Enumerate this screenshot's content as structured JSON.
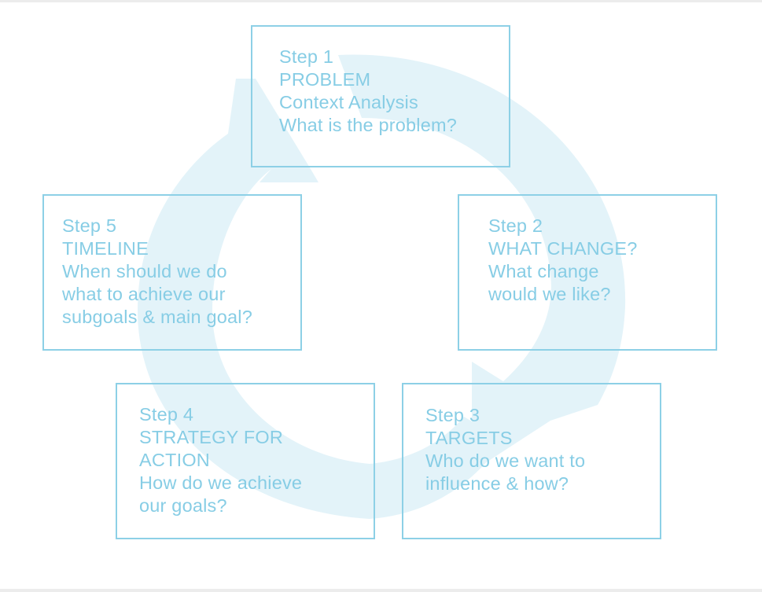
{
  "diagram": {
    "colors": {
      "arrow": "#e3f3f9",
      "border": "#8dd0e6",
      "text": "#87cde5"
    },
    "steps": [
      {
        "lines": [
          "Step 1",
          "PROBLEM",
          "Context Analysis",
          "What is the problem?"
        ]
      },
      {
        "lines": [
          "Step 2",
          "WHAT CHANGE?",
          "What change",
          "would we like?"
        ]
      },
      {
        "lines": [
          "Step 3",
          "TARGETS",
          "Who do we want to",
          "influence & how?"
        ]
      },
      {
        "lines": [
          "Step 4",
          "STRATEGY FOR",
          "ACTION",
          "How do we achieve",
          "our goals?"
        ]
      },
      {
        "lines": [
          "Step 5",
          "TIMELINE",
          "When should we do",
          "what to achieve our",
          "subgoals & main goal?"
        ]
      }
    ]
  }
}
